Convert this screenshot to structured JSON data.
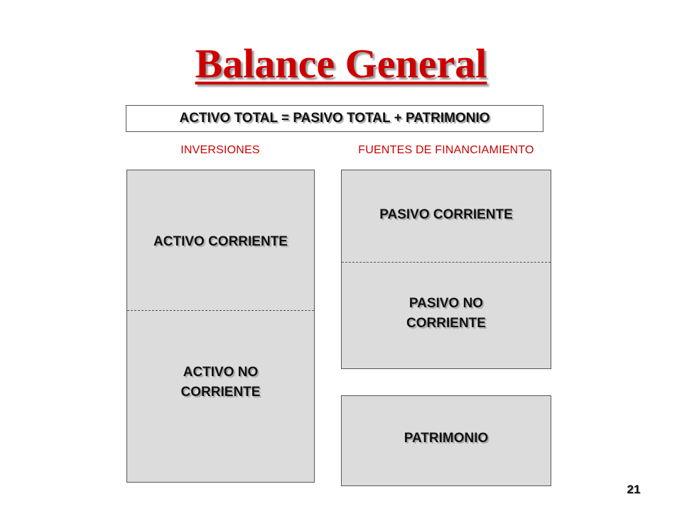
{
  "slide": {
    "title": "Balance General",
    "equation": "ACTIVO TOTAL = PASIVO TOTAL + PATRIMONIO",
    "headings": {
      "left": "INVERSIONES",
      "right": "FUENTES DE FINANCIAMIENTO"
    },
    "left_box": {
      "top_label": "ACTIVO CORRIENTE",
      "bottom_label_line1": "ACTIVO NO",
      "bottom_label_line2": "CORRIENTE"
    },
    "right_box": {
      "top_label": "PASIVO CORRIENTE",
      "bottom_label_line1": "PASIVO NO",
      "bottom_label_line2": "CORRIENTE"
    },
    "equity_box": {
      "label": "PATRIMONIO"
    },
    "page_number": "21"
  },
  "colors": {
    "title": "#cc0000",
    "heading": "#cc0000",
    "box_fill": "#dcdcdc",
    "text": "#111111"
  }
}
